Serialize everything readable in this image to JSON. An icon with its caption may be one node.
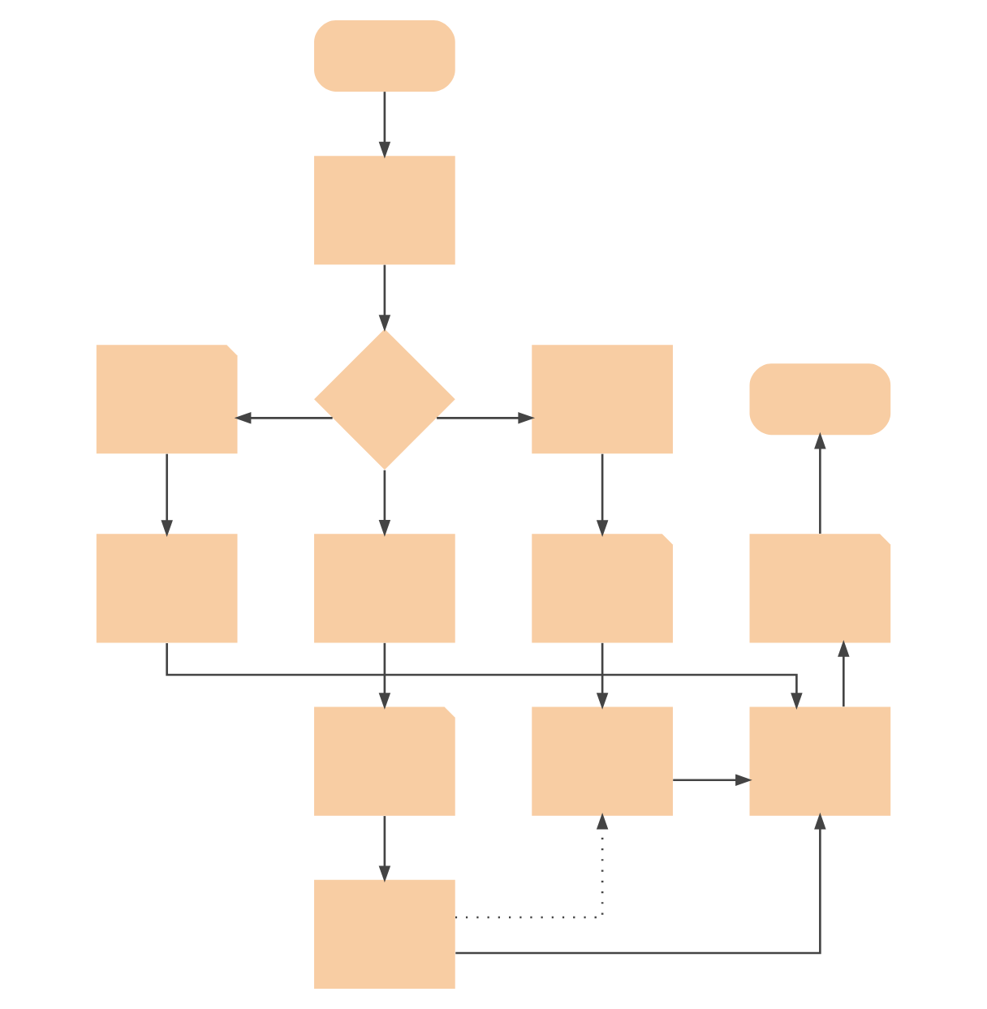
{
  "diagram": {
    "nodes": [
      {
        "text": [],
        "shape": "stadium"
      },
      {
        "text": [],
        "shape": "box"
      },
      {
        "text": [],
        "shape": "document"
      },
      {
        "text": [],
        "shape": "diamond"
      },
      {
        "text": [],
        "shape": "box"
      },
      {
        "text": [],
        "shape": "stadium"
      },
      {
        "text": [],
        "shape": "box"
      },
      {
        "text": [],
        "shape": "box"
      },
      {
        "text": [],
        "shape": "document"
      },
      {
        "text": [],
        "shape": "document"
      },
      {
        "text": [],
        "shape": "document"
      },
      {
        "text": [],
        "shape": "box"
      },
      {
        "text": [],
        "shape": "box"
      },
      {
        "text": [],
        "shape": "box"
      }
    ],
    "edges": [
      {
        "from": 0,
        "to": 1,
        "arrow": "to"
      },
      {
        "from": 1,
        "to": 3,
        "arrow": "to"
      },
      {
        "from": 3,
        "to": 2,
        "arrow": "to"
      },
      {
        "from": 3,
        "to": 4,
        "arrow": "to"
      },
      {
        "from": 3,
        "to": 7,
        "arrow": "to"
      },
      {
        "from": 2,
        "to": 6,
        "arrow": "to"
      },
      {
        "from": 4,
        "to": 8,
        "arrow": "to"
      },
      {
        "from": 7,
        "to": 10,
        "arrow": "to"
      },
      {
        "from": 8,
        "to": 11,
        "arrow": "to"
      },
      {
        "from": 10,
        "to": 13,
        "arrow": "to"
      },
      {
        "from": 13,
        "to": 11,
        "arrow": "to",
        "style": "dashed"
      },
      {
        "from": 11,
        "to": 12,
        "arrow": "to"
      },
      {
        "from": 13,
        "to": 12,
        "arrow": "to"
      },
      {
        "from": 6,
        "to": 12,
        "arrow": "to"
      },
      {
        "from": 12,
        "to": 9,
        "arrow": "to"
      },
      {
        "from": 9,
        "to": 5,
        "arrow": "to"
      }
    ]
  }
}
